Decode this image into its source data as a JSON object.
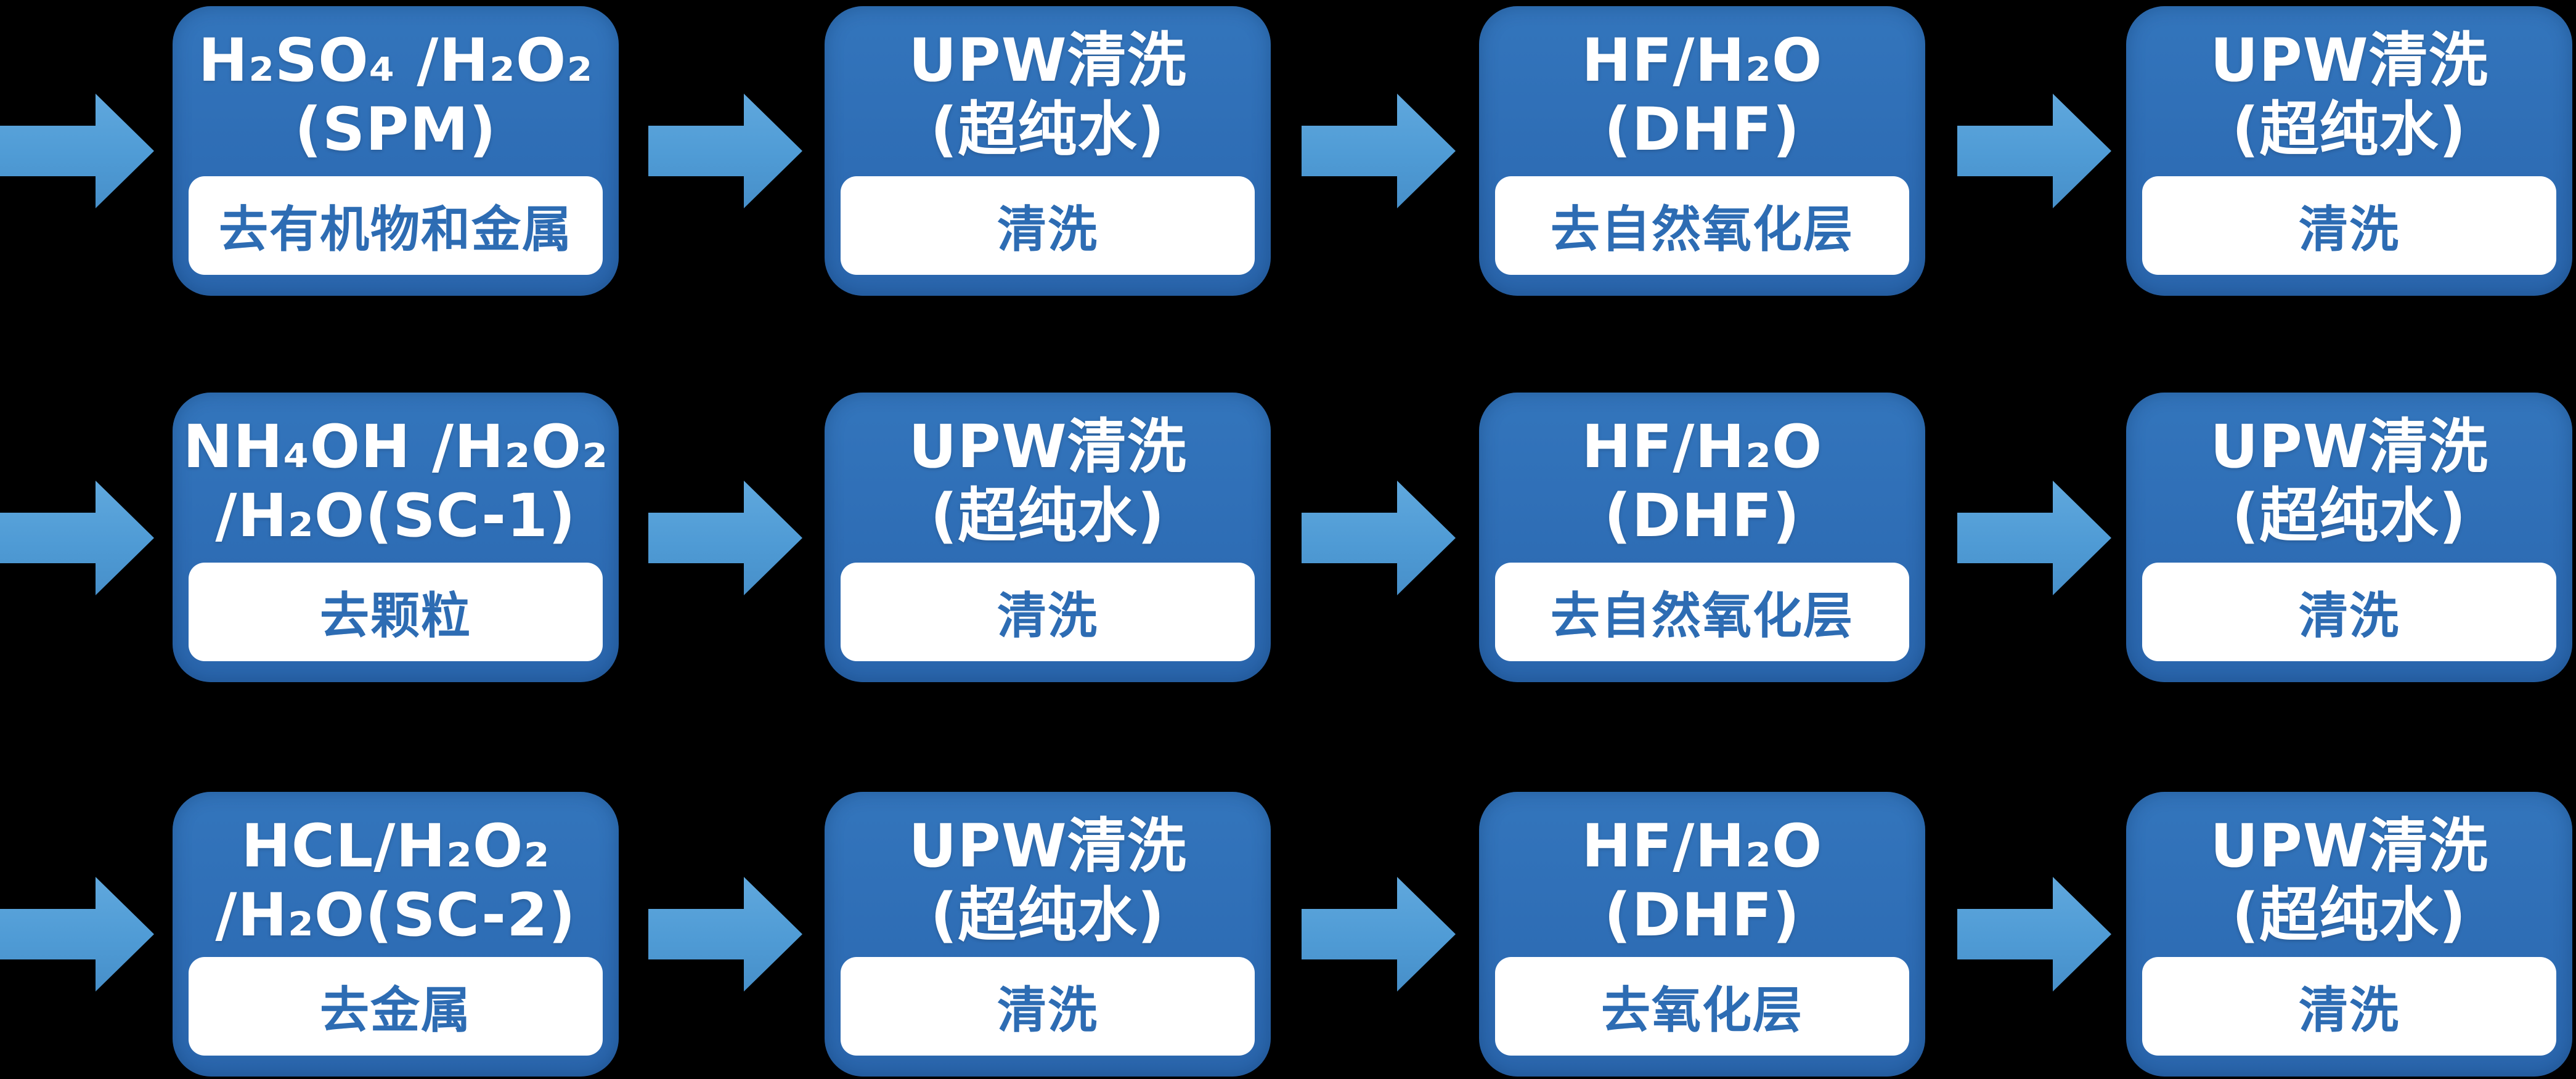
{
  "diagram": {
    "description_rows": 3,
    "description_cols": 4
  },
  "colors": {
    "box_blue": "#2e6db5",
    "arrow_blue": "#4f9bd5",
    "label_blue": "#2d6cb3",
    "text_white": "#ffffff",
    "bg": "#000000"
  },
  "rows": [
    {
      "steps": [
        {
          "line1": "H₂SO₄ /H₂O₂",
          "line2": "(SPM)",
          "action": "去有机物和金属"
        },
        {
          "line1": "UPW清洗",
          "line2": "(超纯水)",
          "action": "清洗"
        },
        {
          "line1": "HF/H₂O",
          "line2": "(DHF)",
          "action": "去自然氧化层"
        },
        {
          "line1": "UPW清洗",
          "line2": "(超纯水)",
          "action": "清洗"
        }
      ]
    },
    {
      "steps": [
        {
          "line1": "NH₄OH /H₂O₂",
          "line2": "/H₂O(SC-1)",
          "action": "去颗粒"
        },
        {
          "line1": "UPW清洗",
          "line2": "(超纯水)",
          "action": "清洗"
        },
        {
          "line1": "HF/H₂O",
          "line2": "(DHF)",
          "action": "去自然氧化层"
        },
        {
          "line1": "UPW清洗",
          "line2": "(超纯水)",
          "action": "清洗"
        }
      ]
    },
    {
      "steps": [
        {
          "line1": "HCL/H₂O₂",
          "line2": "/H₂O(SC-2)",
          "action": "去金属"
        },
        {
          "line1": "UPW清洗",
          "line2": "(超纯水)",
          "action": "清洗"
        },
        {
          "line1": "HF/H₂O",
          "line2": "(DHF)",
          "action": "去氧化层"
        },
        {
          "line1": "UPW清洗",
          "line2": "(超纯水)",
          "action": "清洗"
        }
      ]
    }
  ]
}
